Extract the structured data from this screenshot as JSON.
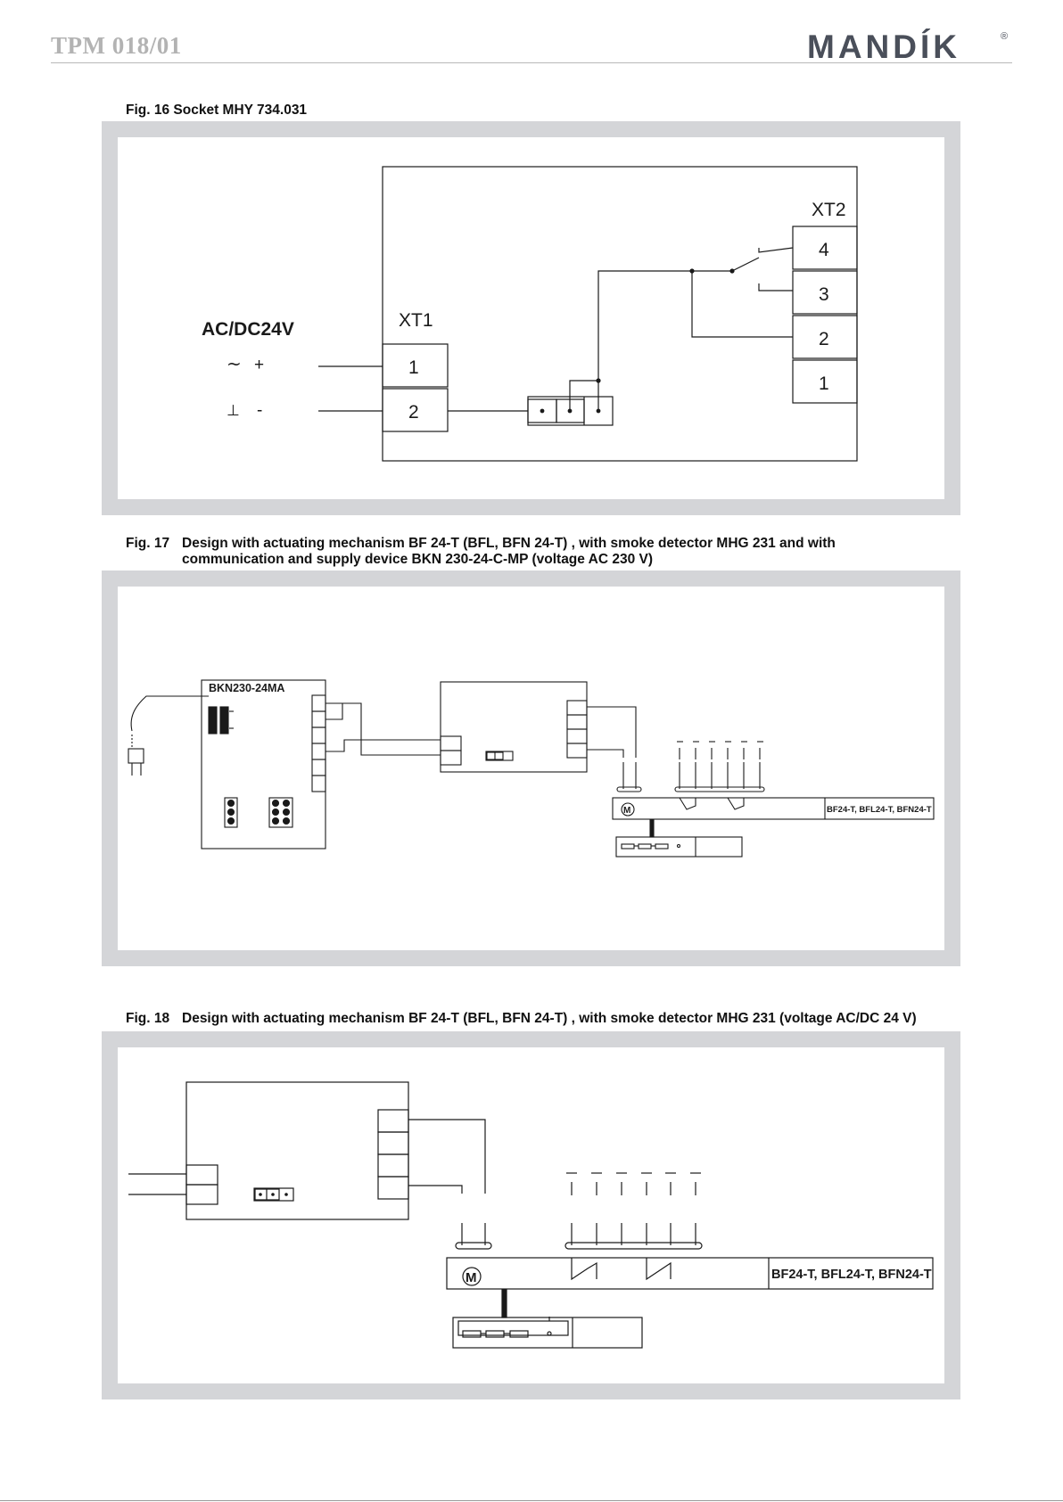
{
  "header": {
    "doc_code": "TPM 018/01",
    "logo_text": "MANDÍK",
    "logo_mark": "®"
  },
  "fig16": {
    "number": "Fig. 16",
    "title": "Socket MHY 734.031",
    "supply_label": "AC/DC24V",
    "sym_ac": "~",
    "sym_plus": "+",
    "sym_ground": "⊥",
    "sym_minus": "-",
    "xt1_label": "XT1",
    "xt1_terminals": [
      "1",
      "2"
    ],
    "xt2_label": "XT2",
    "xt2_terminals": [
      "4",
      "3",
      "2",
      "1"
    ]
  },
  "fig17": {
    "number": "Fig. 17",
    "title_line1": "Design with actuating mechanism BF 24-T (BFL, BFN 24-T) , with smoke detector MHG 231 and with",
    "title_line2": "communication and supply device BKN 230-24-C-MP (voltage AC 230 V)",
    "device_label": "BKN230-24MA",
    "actuator_label": "BF24-T, BFL24-T, BFN24-T",
    "motor_symbol": "M"
  },
  "fig18": {
    "number": "Fig. 18",
    "title": "Design with actuating mechanism BF 24-T (BFL, BFN 24-T) , with smoke detector MHG 231 (voltage AC/DC 24 V)",
    "actuator_label": "BF24-T, BFL24-T, BFN24-T",
    "motor_symbol": "M"
  },
  "colors": {
    "frame": "#d4d5d8",
    "header_grey": "#b3b3b3",
    "logo": "#4a4f5a"
  }
}
